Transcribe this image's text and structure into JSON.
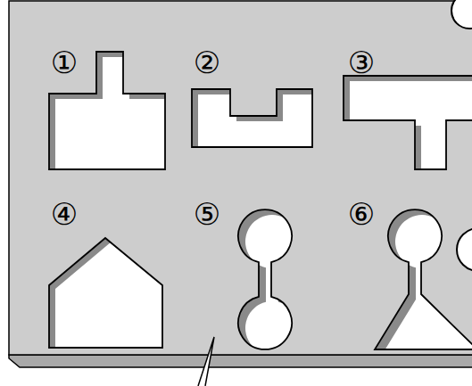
{
  "diagram": {
    "labels": [
      "①",
      "②",
      "③",
      "④",
      "⑤",
      "⑥"
    ]
  }
}
